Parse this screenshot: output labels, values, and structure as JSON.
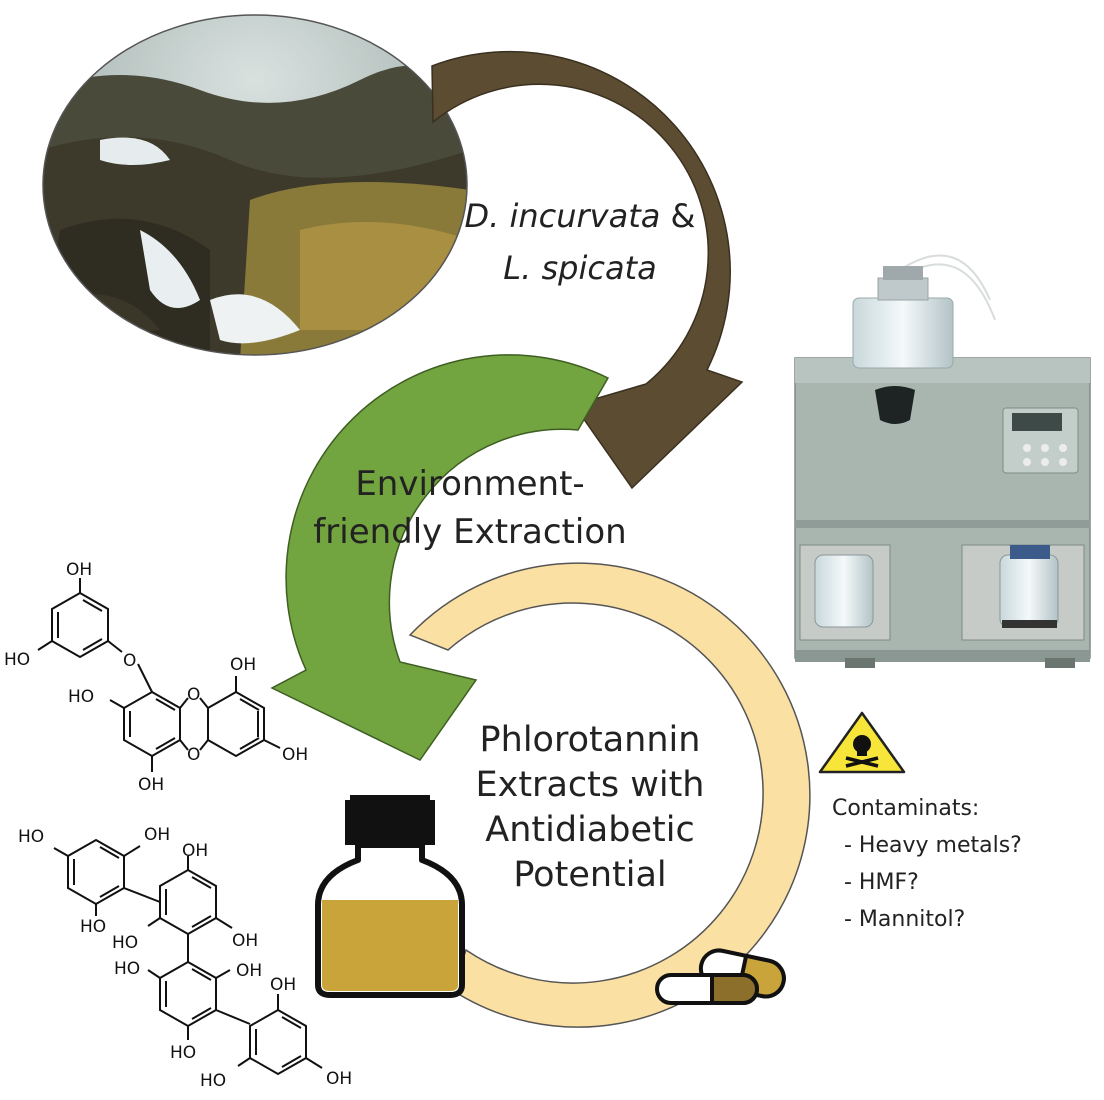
{
  "species": {
    "name1": "D. incurvata",
    "amp": "&",
    "name2": "L. spicata"
  },
  "extraction": {
    "line1": "Environment-",
    "line2": "friendly Extraction"
  },
  "result": {
    "line1": "Phlorotannin",
    "line2": "Extracts with",
    "line3": "Antidiabetic",
    "line4": "Potential"
  },
  "contaminants": {
    "title": "Contaminats:",
    "items": [
      "- Heavy metals?",
      "- HMF?",
      "- Mannitol?"
    ]
  },
  "chem": {
    "oh": "OH",
    "ho": "HO",
    "o": "O"
  },
  "icons": [
    "seaweed-photo",
    "extraction-instrument",
    "hazard-skull-icon",
    "extract-bottle-icon",
    "capsule-pills-icon",
    "phlorotannin-structure-1",
    "phlorotannin-structure-2"
  ],
  "colors": {
    "arrow_brown": "#5c4d32",
    "arrow_green": "#72a43f",
    "cycle_yellow": "#fbe0a3",
    "extract_liquid": "#c8a43b",
    "hazard_yellow": "#f7e53a"
  }
}
